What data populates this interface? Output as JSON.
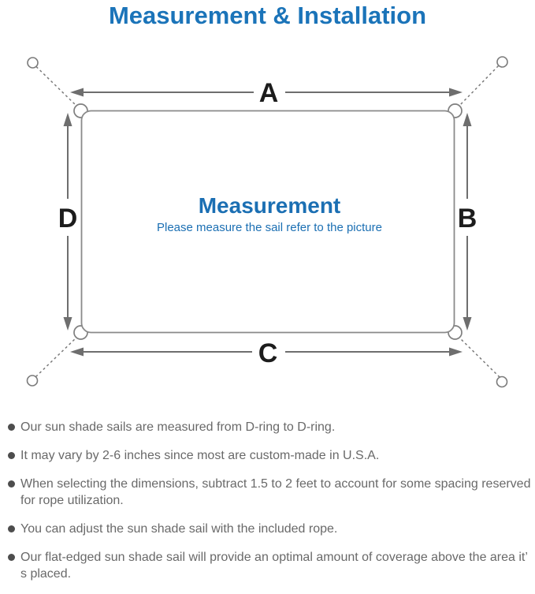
{
  "title": "Measurement & Installation",
  "diagram": {
    "dim_top": "A",
    "dim_right": "B",
    "dim_bottom": "C",
    "dim_left": "D",
    "center_title": "Measurement",
    "center_subtitle": "Please measure the sail refer to the picture"
  },
  "notes": [
    "Our sun shade sails are measured from D-ring to D-ring.",
    "It may vary by 2-6 inches since most are custom-made in U.S.A.",
    "When selecting the dimensions, subtract 1.5 to 2 feet to account for some spacing reserved for rope utilization.",
    "You can adjust the sun shade sail with the included rope.",
    "Our flat-edged sun shade sail will provide an optimal amount of coverage above the area it’ s placed."
  ],
  "colors": {
    "accent_blue": "#1b74b9",
    "center_blue": "#1b6fb3",
    "outline_gray": "#8a8a8a",
    "arrow_gray": "#6e6e6e",
    "label_black": "#1c1c1c",
    "note_gray": "#696969"
  }
}
